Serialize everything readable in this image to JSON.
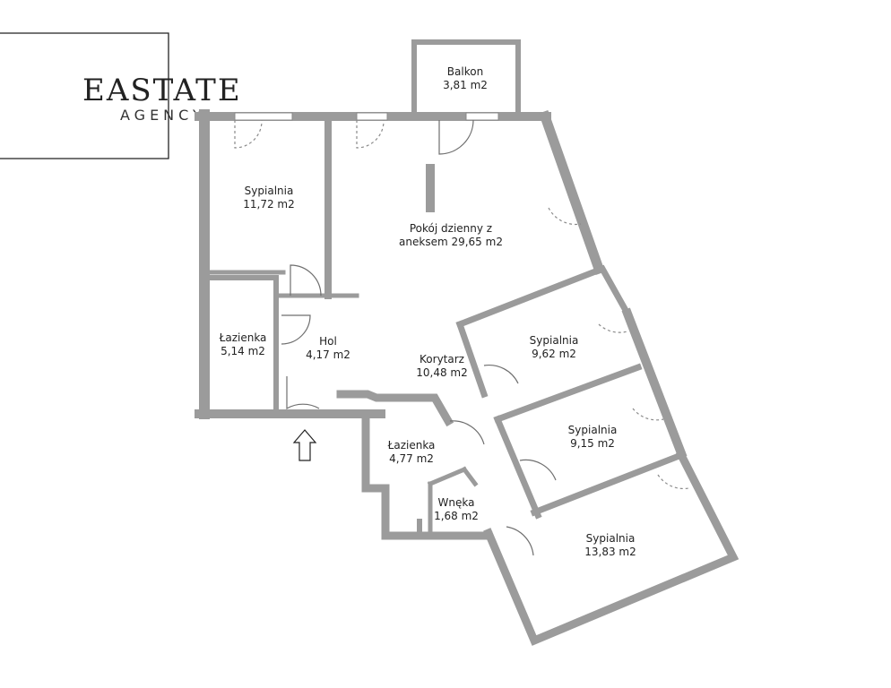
{
  "logo": {
    "main": "EASTATE",
    "sub": "AGENCY"
  },
  "rooms": {
    "balkon": {
      "name": "Balkon",
      "area": "3,81 m2"
    },
    "sypialnia_1": {
      "name": "Sypialnia",
      "area": "11,72 m2"
    },
    "pokoj": {
      "name": "Pokój dzienny z",
      "name2": "aneksem 29,65 m2"
    },
    "lazienka_1": {
      "name": "Łazienka",
      "area": "5,14 m2"
    },
    "hol": {
      "name": "Hol",
      "area": "4,17 m2"
    },
    "korytarz": {
      "name": "Korytarz",
      "area": "10,48 m2"
    },
    "sypialnia_2": {
      "name": "Sypialnia",
      "area": "9,62 m2"
    },
    "sypialnia_3": {
      "name": "Sypialnia",
      "area": "9,15 m2"
    },
    "lazienka_2": {
      "name": "Łazienka",
      "area": "4,77 m2"
    },
    "wneka": {
      "name": "Wnęka",
      "area": "1,68 m2"
    },
    "sypialnia_4": {
      "name": "Sypialnia",
      "area": "13,83 m2"
    }
  },
  "colors": {
    "wall": "#9b9b9b",
    "text": "#222222"
  }
}
